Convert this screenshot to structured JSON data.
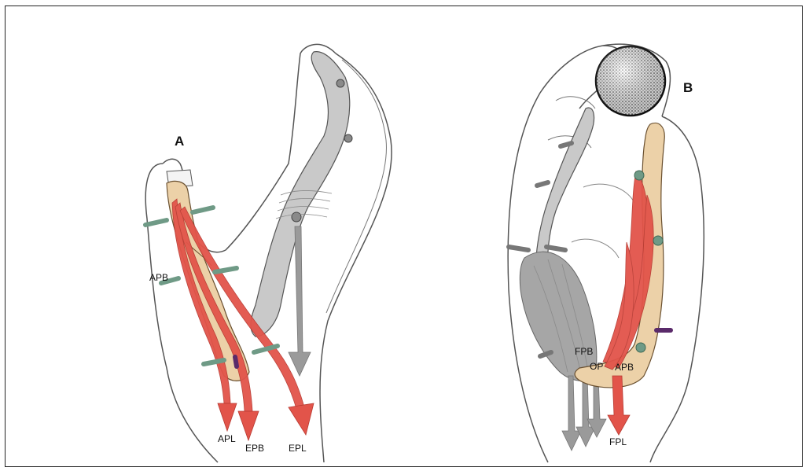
{
  "panels": [
    {
      "id": "A",
      "label": "A"
    },
    {
      "id": "B",
      "label": "B"
    }
  ],
  "panel_a_labels": {
    "apb": "APB",
    "apl": "APL",
    "epb": "EPB",
    "epl": "EPL"
  },
  "panel_b_labels": {
    "fpb": "FPB",
    "op": "OP",
    "apb": "APB",
    "fpl": "FPL"
  },
  "colors": {
    "muscle": "#e2544a",
    "muscle_light": "#f08a80",
    "bone": "#ecd1a8",
    "grey_bone": "#bdbdbd",
    "grey_muscle": "#9a9a9a",
    "pin": "#6f9a86",
    "pin_purple": "#5a2a6a",
    "outline": "#555555"
  }
}
